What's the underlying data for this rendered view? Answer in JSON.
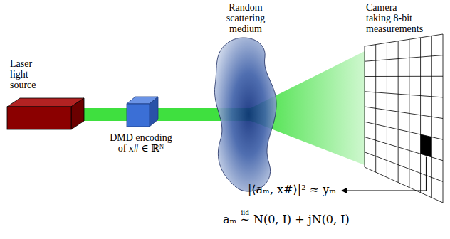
{
  "diagram": {
    "labels": [
      "Laser light source",
      "DMD encoding of x# ∈ ℝᴺ",
      "Random scattering medium",
      "Camera taking 8-bit measurements",
      "|⟨aₘ, x#⟩|² ≈ yₘ",
      "aₘ ∼ N(0, I) + jN(0, I)",
      "iid"
    ]
  }
}
